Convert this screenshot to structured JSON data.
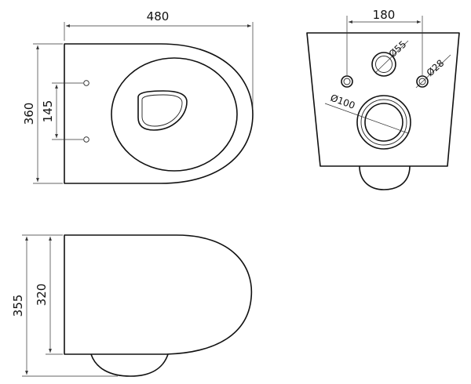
{
  "top_view": {
    "width_label": "480",
    "depth_label": "360",
    "hole_spacing_label": "145"
  },
  "front_view": {
    "hole_spacing_label": "180",
    "inlet_label": "Ø55",
    "bolt_label": "Ø28",
    "outlet_label": "Ø100"
  },
  "side_view": {
    "total_height_label": "355",
    "body_height_label": "320"
  }
}
